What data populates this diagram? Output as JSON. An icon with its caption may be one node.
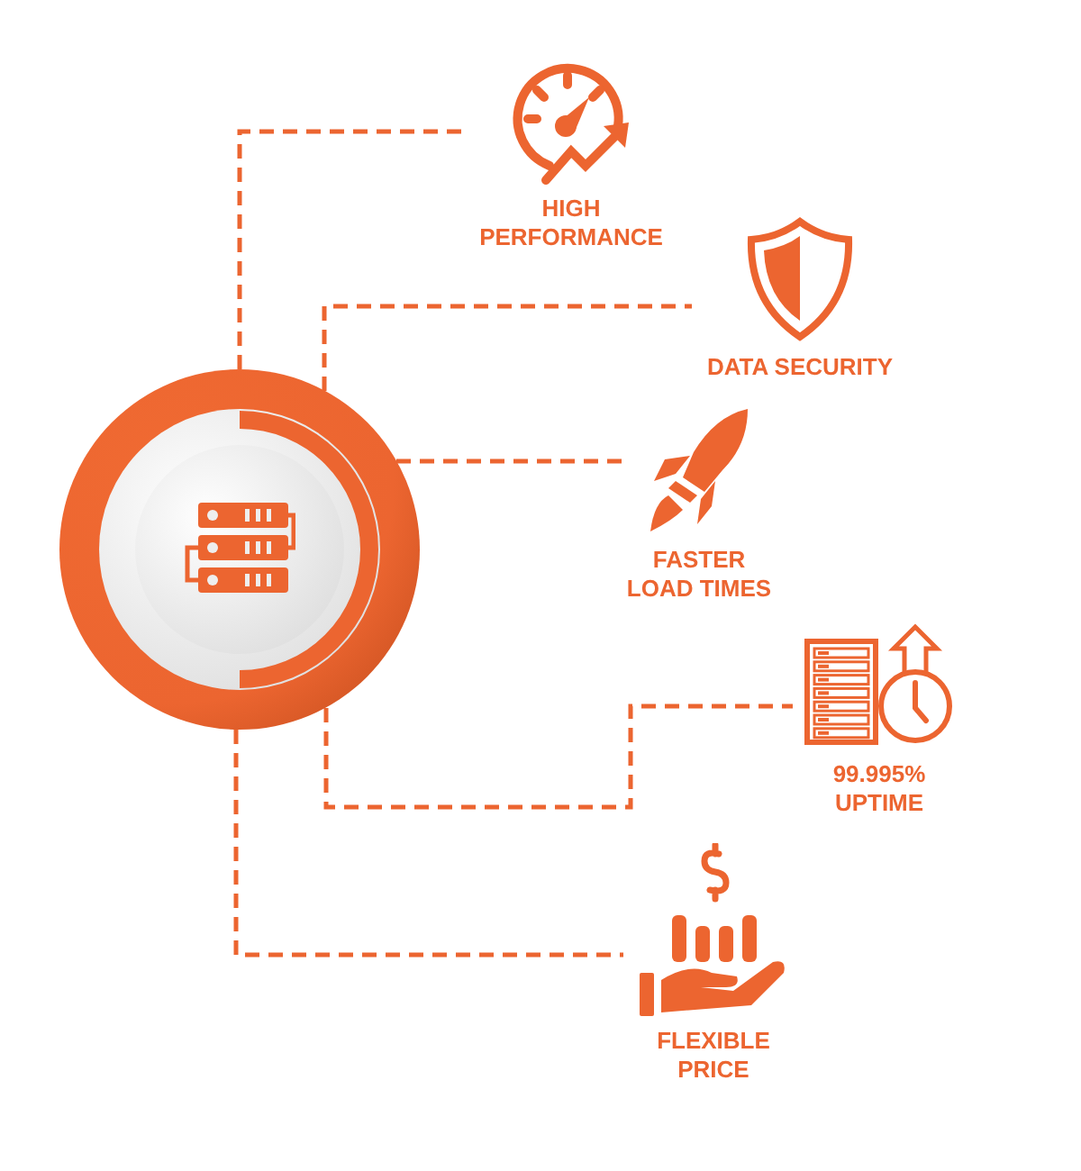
{
  "diagram": {
    "nodes": [
      {
        "text": [],
        "shape": "circle"
      },
      {
        "text": [
          "HIGH PERFORMANCE"
        ]
      },
      {
        "text": [
          "DATA SECURITY"
        ]
      },
      {
        "text": [
          "FASTER LOAD TIMES"
        ]
      },
      {
        "text": [
          "99.995% UPTIME"
        ]
      },
      {
        "text": [
          "FLEXIBLE PRICE"
        ]
      }
    ],
    "edges": [
      {
        "from": 0,
        "to": 1,
        "arrow": "none",
        "style": "dashed"
      },
      {
        "from": 0,
        "to": 2,
        "arrow": "none",
        "style": "dashed"
      },
      {
        "from": 0,
        "to": 3,
        "arrow": "none",
        "style": "dashed"
      },
      {
        "from": 0,
        "to": 4,
        "arrow": "none",
        "style": "dashed"
      },
      {
        "from": 0,
        "to": 5,
        "arrow": "none",
        "style": "dashed"
      }
    ]
  }
}
